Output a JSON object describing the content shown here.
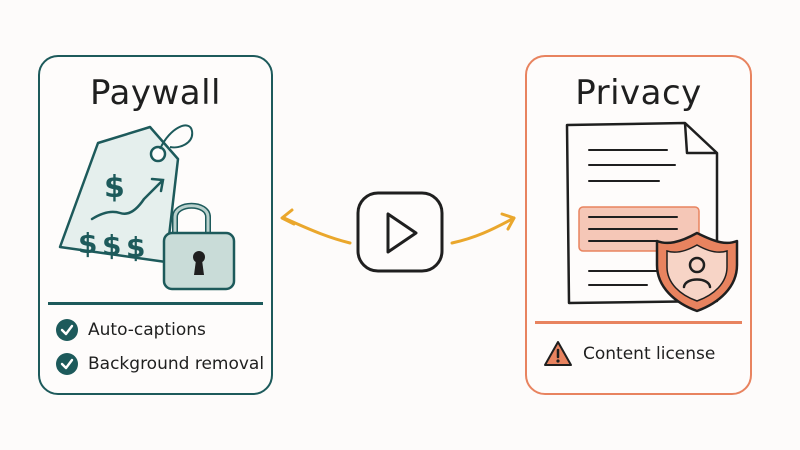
{
  "left_card": {
    "title": "Paywall",
    "icons": [
      "price-tag-icon",
      "dollar-icon",
      "trend-up-arrow-icon",
      "padlock-icon"
    ],
    "features": [
      {
        "label": "Auto-captions",
        "icon": "check-circle-icon"
      },
      {
        "label": "Background removal",
        "icon": "check-circle-icon"
      }
    ],
    "accent_color": "#1d5a5b"
  },
  "center": {
    "icon": "play-button-icon",
    "arrows": [
      "arrow-left-icon",
      "arrow-right-icon"
    ],
    "arrow_color": "#eaa72c"
  },
  "right_card": {
    "title": "Privacy",
    "icons": [
      "document-icon",
      "shield-user-icon"
    ],
    "warning": {
      "label": "Content license",
      "icon": "warning-triangle-icon"
    },
    "accent_color": "#e8835f"
  }
}
